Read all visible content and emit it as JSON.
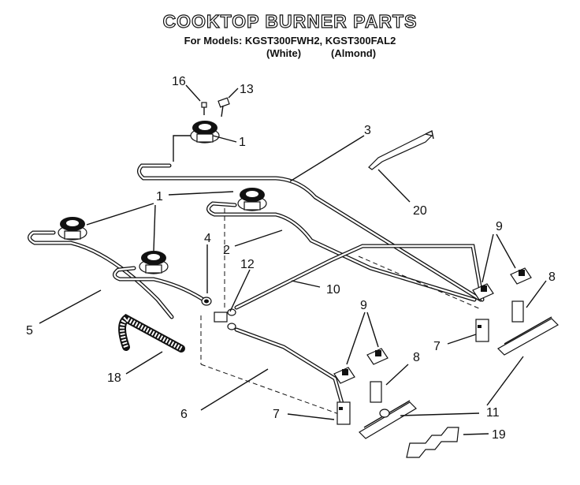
{
  "header": {
    "title": "COOKTOP BURNER PARTS",
    "models": "For Models: KGST300FWH2, KGST300FAL2",
    "variant_white": "(White)",
    "variant_almond": "(Almond)"
  },
  "callouts": {
    "c1_top": "1",
    "c1_left": "1",
    "c2": "2",
    "c3": "3",
    "c4": "4",
    "c5": "5",
    "c6": "6",
    "c7_right": "7",
    "c7_bottom": "7",
    "c8_right": "8",
    "c8_bottom": "8",
    "c9_right": "9",
    "c9_bottom": "9",
    "c10": "10",
    "c11": "11",
    "c12": "12",
    "c13": "13",
    "c16": "16",
    "c18": "18",
    "c19": "19",
    "c20": "20"
  }
}
